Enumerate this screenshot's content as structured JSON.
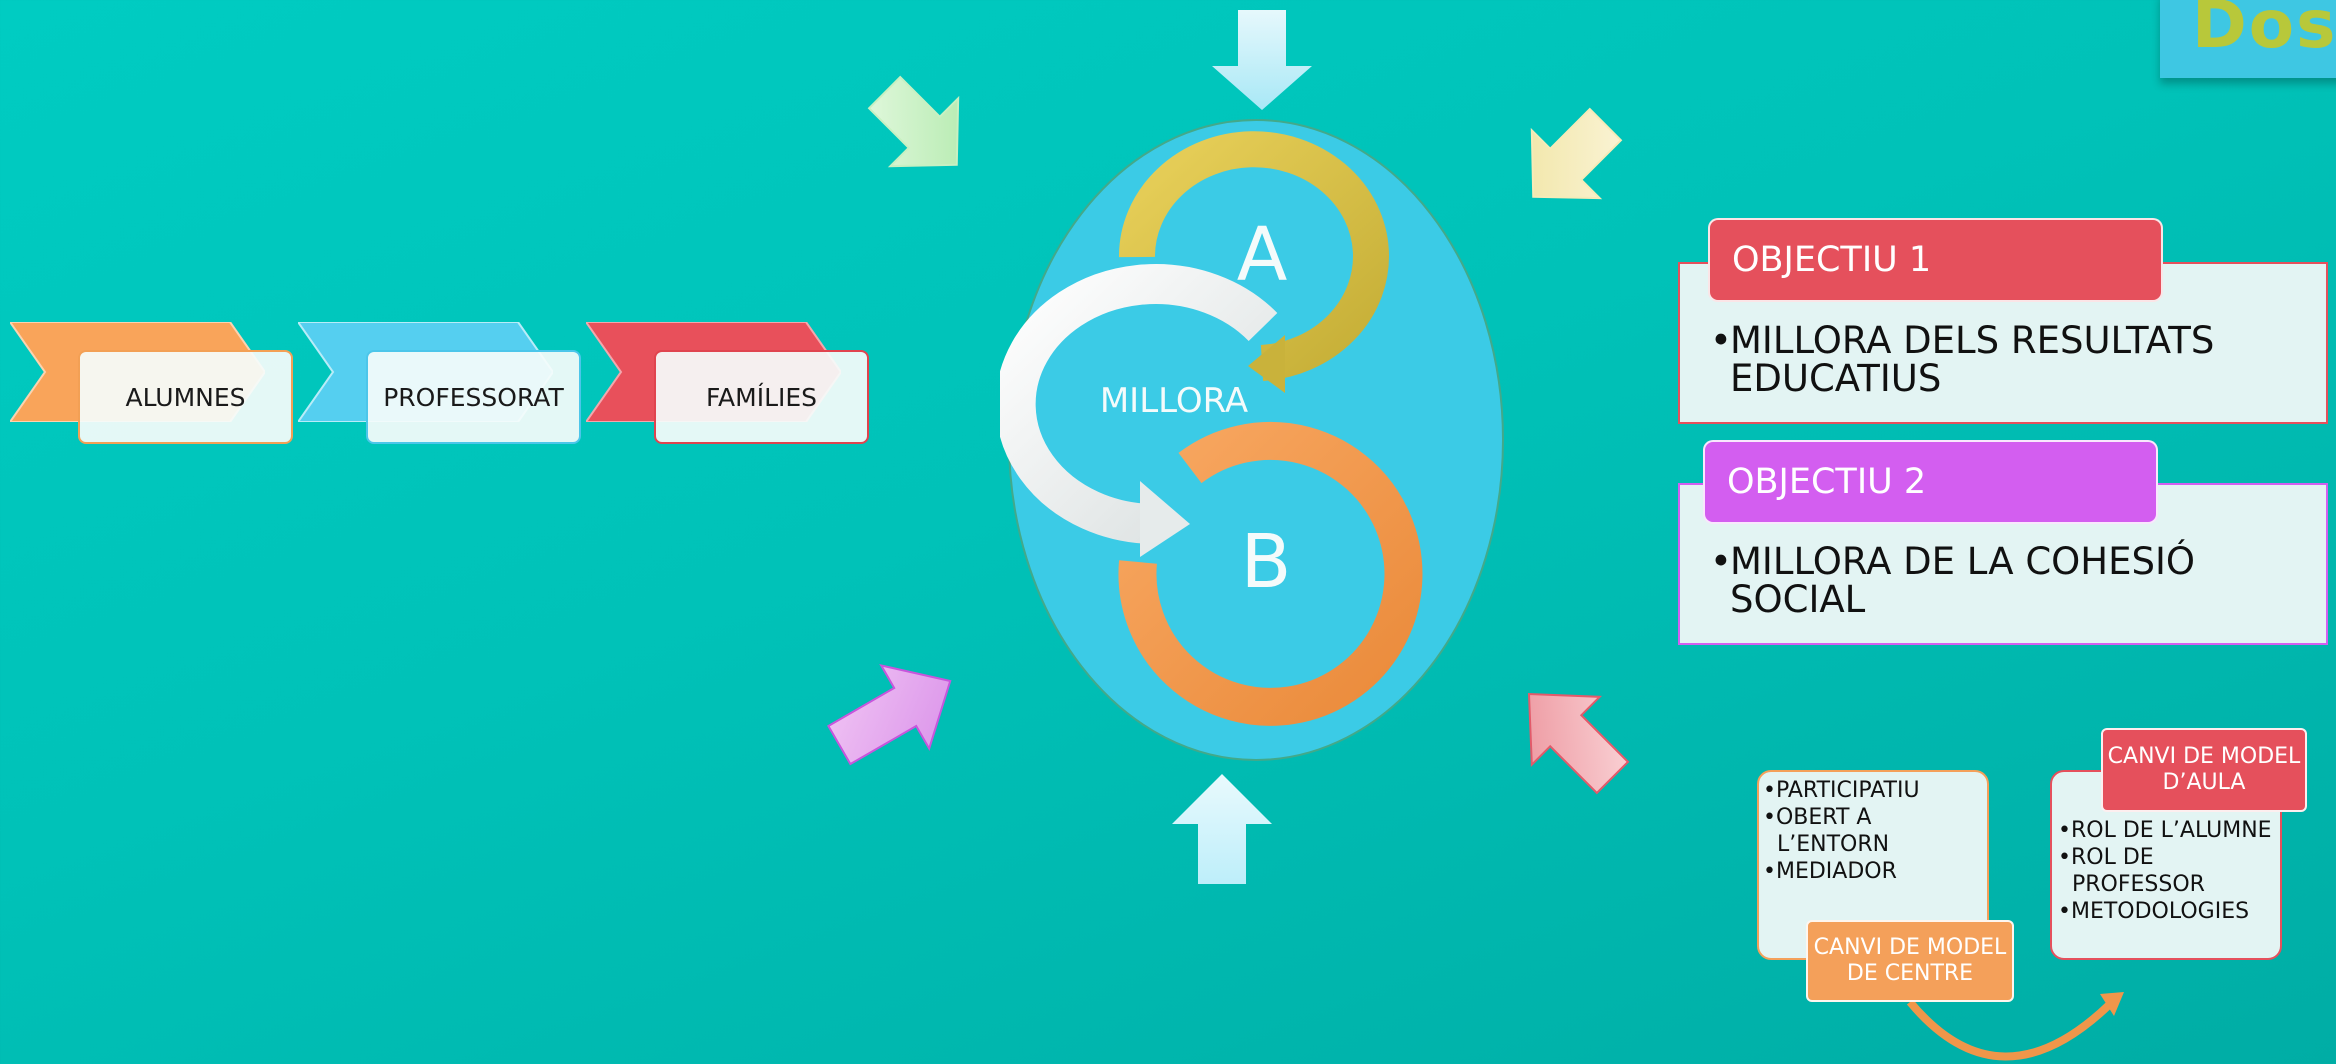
{
  "top_right_logo_text": "Dos",
  "stakeholders": [
    {
      "label": "ALUMNES",
      "color": "#f9a45a",
      "border": "#f08a3a"
    },
    {
      "label": "PROFESSORAT",
      "color": "#55cff0",
      "border": "#3bbde0"
    },
    {
      "label": "FAMÍLIES",
      "color": "#e8505b",
      "border": "#d93a46"
    }
  ],
  "cycle": {
    "letter_a": "A",
    "center_label": "MILLORA",
    "letter_b": "B",
    "ellipse_color": "#3bcbe6",
    "arc_a_color": "#d6c04a",
    "arc_b_color": "#f0964a"
  },
  "objectives": [
    {
      "title": "OBJECTIU 1",
      "item": "MILLORA DELS RESULTATS EDUCATIUS",
      "color": "#e5505c"
    },
    {
      "title": "OBJECTIU 2",
      "item": "MILLORA DE LA COHESIÓ SOCIAL",
      "color": "#d35ef0"
    }
  ],
  "model_centre": {
    "items": [
      "•PARTICIPATIU",
      "•OBERT A",
      "  L’ENTORN",
      "•MEDIADOR"
    ],
    "label": "CANVI DE MODEL DE CENTRE",
    "color": "#f4a05a"
  },
  "model_aula": {
    "items": [
      "•ROL DE L’ALUMNE",
      "•ROL DE",
      "  PROFESSOR",
      "•METODOLOGIES"
    ],
    "label": "CANVI DE MODEL D’AULA",
    "color": "#e5505c"
  }
}
